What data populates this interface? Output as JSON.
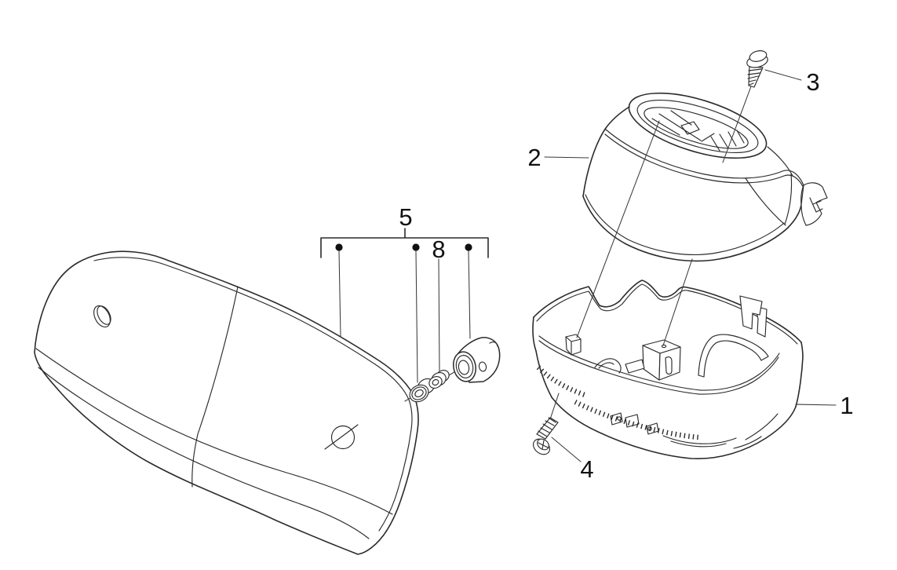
{
  "figure": {
    "background": "#ffffff",
    "line_color": "#2b2b2b",
    "callouts": {
      "part1": "1",
      "part2": "2",
      "part3": "3",
      "part4": "4",
      "group5": "5",
      "part8": "8"
    }
  }
}
